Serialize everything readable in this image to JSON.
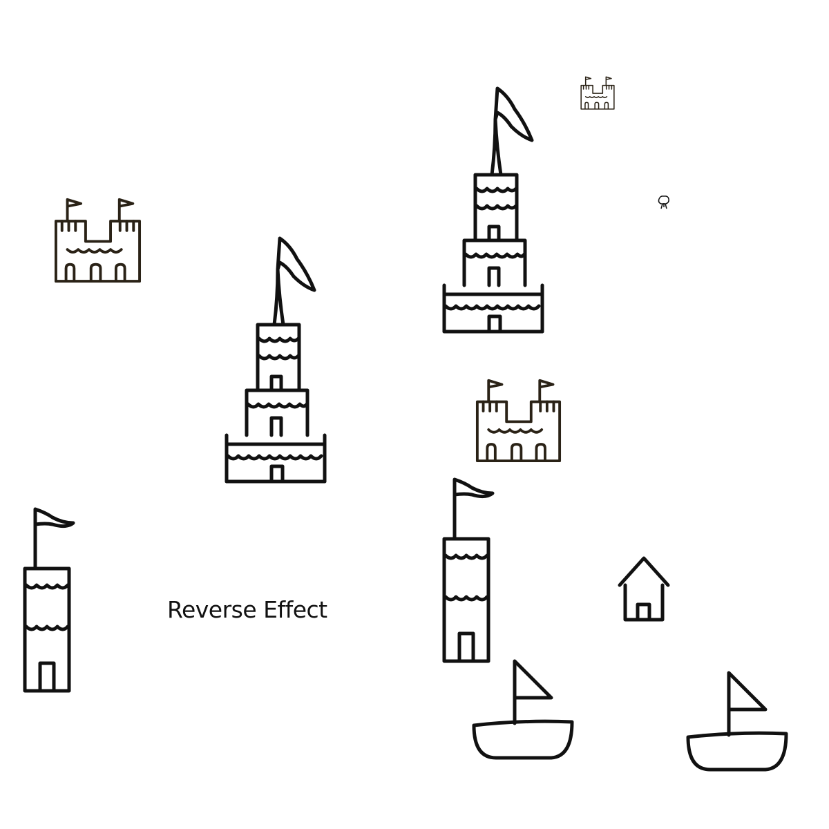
{
  "board": {
    "label": "Reverse Effect",
    "pieces": [
      {
        "type": "castle",
        "count": 3
      },
      {
        "type": "tall-tower",
        "count": 2
      },
      {
        "type": "small-tower",
        "count": 2
      },
      {
        "type": "house",
        "count": 1
      },
      {
        "type": "boat",
        "count": 2
      },
      {
        "type": "tree",
        "count": 1
      }
    ],
    "colors": {
      "ink": "#111111",
      "castle_ink": "#2a2216",
      "background": "#ffffff"
    }
  }
}
